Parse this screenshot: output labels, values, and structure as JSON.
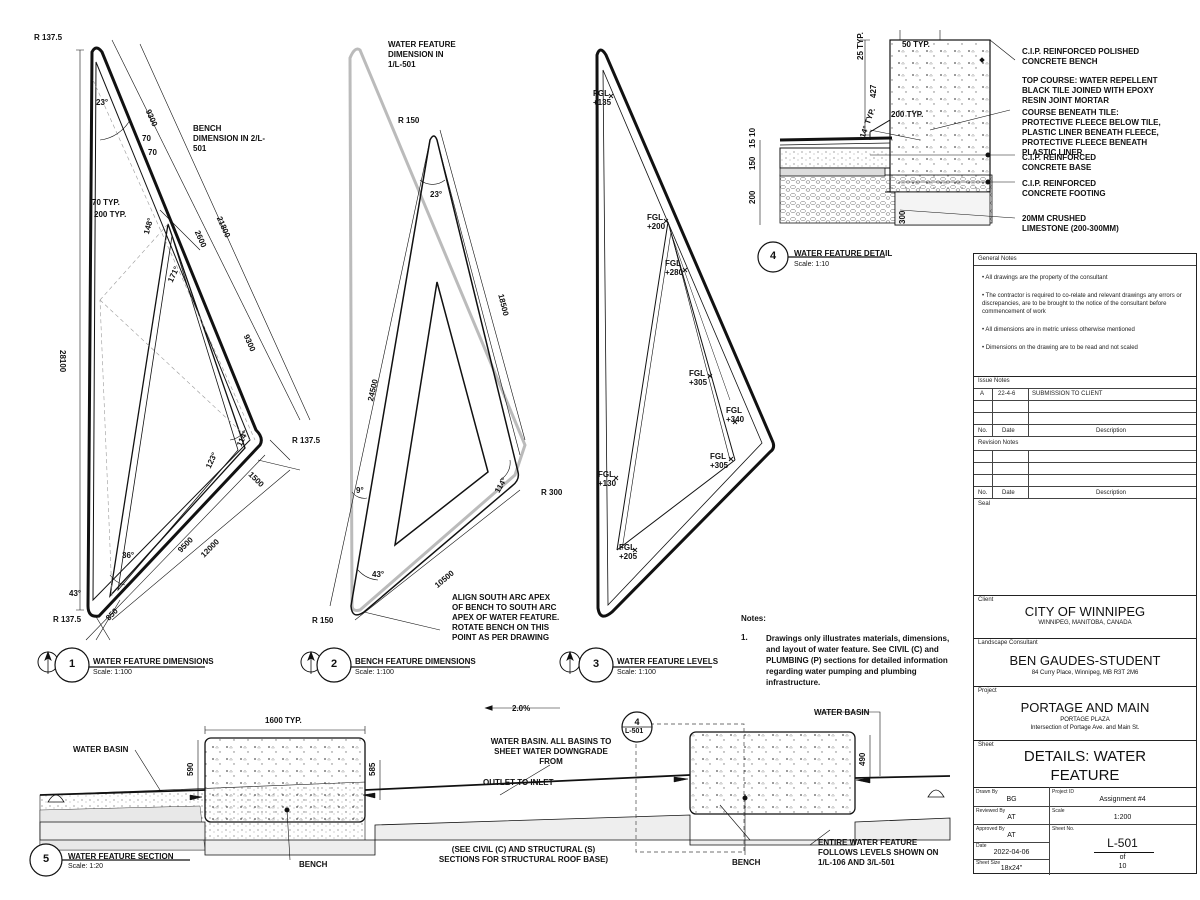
{
  "d1": {
    "r_top": "R 137.5",
    "r_right": "R 137.5",
    "r_bottom": "R 137.5",
    "a23": "23°",
    "a148": "148°",
    "a171": "171°",
    "a123": "123°",
    "a114": "114°",
    "a36": "36°",
    "a43": "43°",
    "d9300a": "9300",
    "d70a": "70",
    "d70b": "70",
    "d2600": "2600",
    "d21800": "21800",
    "d9300b": "9300",
    "d28100": "28100",
    "d1500": "1500",
    "d9500": "9500",
    "d12000": "12000",
    "d850": "850",
    "typ70": "70 TYP.",
    "typ200": "200 TYP.",
    "bench_dim": "BENCH DIMENSION IN 2/L-501",
    "num": "1",
    "title": "WATER FEATURE DIMENSIONS",
    "scale": "Scale: 1:100"
  },
  "d2": {
    "wf_dim": "WATER FEATURE DIMENSION IN 1/L-501",
    "r150_top": "R 150",
    "r150_bottom": "R 150",
    "r300": "R 300",
    "a23": "23°",
    "a114": "114°",
    "a9": "9°",
    "a43": "43°",
    "d24500": "24500",
    "d18500": "18500",
    "d10500": "10500",
    "align_note": "ALIGN SOUTH ARC APEX OF BENCH TO SOUTH ARC APEX OF WATER FEATURE. ROTATE BENCH ON THIS POINT AS PER DRAWING",
    "num": "2",
    "title": "BENCH FEATURE DIMENSIONS",
    "scale": "Scale: 1:100"
  },
  "d3": {
    "levels": [
      {
        "label": "FGL",
        "value": "+135"
      },
      {
        "label": "FGL",
        "value": "+200"
      },
      {
        "label": "FGL",
        "value": "+280"
      },
      {
        "label": "FGL",
        "value": "+305"
      },
      {
        "label": "FGL",
        "value": "+340"
      },
      {
        "label": "FGL",
        "value": "+305"
      },
      {
        "label": "FGL",
        "value": "+130"
      },
      {
        "label": "FGL",
        "value": "+205"
      }
    ],
    "num": "3",
    "title": "WATER FEATURE LEVELS",
    "scale": "Scale: 1:100"
  },
  "d4": {
    "d25typ": "25 TYP.",
    "d50typ": "50 TYP.",
    "d427": "427",
    "d14": "14° TYP.",
    "d200typ": "200 TYP.",
    "d1510": "15 10",
    "d150": "150",
    "d200": "200",
    "d300": "300",
    "callouts": [
      "C.I.P. REINFORCED POLISHED CONCRETE BENCH",
      "TOP COURSE: WATER REPELLENT BLACK TILE JOINED WITH EPOXY RESIN JOINT MORTAR",
      "COURSE BENEATH TILE: PROTECTIVE FLEECE BELOW TILE, PLASTIC LINER BENEATH FLEECE, PROTECTIVE FLEECE BENEATH PLASTIC LINER",
      "C.I.P. REINFORCED CONCRETE BASE",
      "C.I.P. REINFORCED CONCRETE FOOTING",
      "20mm CRUSHED LIMESTONE (200-300mm)"
    ],
    "num": "4",
    "title": "WATER FEATURE DETAIL",
    "scale": "Scale: 1:10"
  },
  "notes": {
    "heading": "Notes:",
    "item_num": "1.",
    "item": "Drawings only illustrates materials, dimensions, and layout of water feature. See CIVIL (C) and PLUMBING (P) sections for detailed information regarding water pumping and plumbing infrastructure."
  },
  "d5": {
    "slope": "2.0%",
    "d1600": "1600 TYP.",
    "d590": "590",
    "d585": "585",
    "d490": "490",
    "water_basin_left": "WATER BASIN",
    "water_basin_right": "WATER BASIN",
    "basin_note": "WATER BASIN. ALL BASINS TO SHEET WATER DOWNGRADE FROM",
    "outlet": "OUTLET TO INLET",
    "ref_num": "4",
    "ref_sheet": "L-501",
    "bench_left": "BENCH",
    "bench_right": "BENCH",
    "see_civil": "(SEE CIVIL (C) AND STRUCTURAL (S) SECTIONS FOR STRUCTURAL ROOF BASE)",
    "entire": "ENTIRE WATER FEATURE FOLLOWS LEVELS SHOWN ON 1/L-106 AND 3/L-501",
    "num": "5",
    "title": "WATER FEATURE SECTION",
    "scale": "Scale: 1:20"
  },
  "titleblock": {
    "general_notes_heading": "General Notes",
    "general_notes": [
      "• All drawings are the property of the consultant",
      "• The contractor is required to co-relate and relevant drawings any errors or discrepancies, are to be brought to the notice of the consultant before commencement of work",
      "• All dimensions are in metric unless otherwise mentioned",
      "• Dimensions on the drawing are to be read and not scaled"
    ],
    "issue_heading": "Issue Notes",
    "issue_row": {
      "no": "A",
      "date": "22-4-6",
      "desc": "SUBMISSION TO CLIENT"
    },
    "col_no": "No.",
    "col_date": "Date",
    "col_desc": "Description",
    "revision_heading": "Revision Notes",
    "col_no2": "No.",
    "col_date2": "Date",
    "col_desc2": "Description",
    "seal": "Seal",
    "client_label": "Client",
    "client_name": "CITY OF WINNIPEG",
    "client_sub": "WINNIPEG, MANITOBA, CANADA",
    "consultant_label": "Landscape Consultant",
    "consultant_name": "BEN GAUDES-STUDENT",
    "consultant_addr": "84 Curry Place, Winnipeg, MB R3T 2M6",
    "project_label": "Project",
    "project_name": "PORTAGE AND MAIN",
    "project_sub1": "PORTAGE PLAZA",
    "project_sub2": "Intersection of Portage Ave. and Main St.",
    "sheet_label": "Sheet",
    "sheet_name_1": "DETAILS: WATER",
    "sheet_name_2": "FEATURE",
    "drawn_by_label": "Drawn By",
    "drawn_by": "BG",
    "project_id_label": "Project ID",
    "project_id": "Assignment #4",
    "reviewed_label": "Reviewed By",
    "reviewed": "AT",
    "scale_label": "Scale",
    "scale": "1:200",
    "approved_label": "Approved By",
    "approved": "AT",
    "sheet_no_label": "Sheet No.",
    "sheet_no": "L-501",
    "date_label": "Date",
    "date": "2022-04-06",
    "of": "of",
    "total": "10",
    "size_label": "Sheet Size",
    "size": "18x24\""
  }
}
